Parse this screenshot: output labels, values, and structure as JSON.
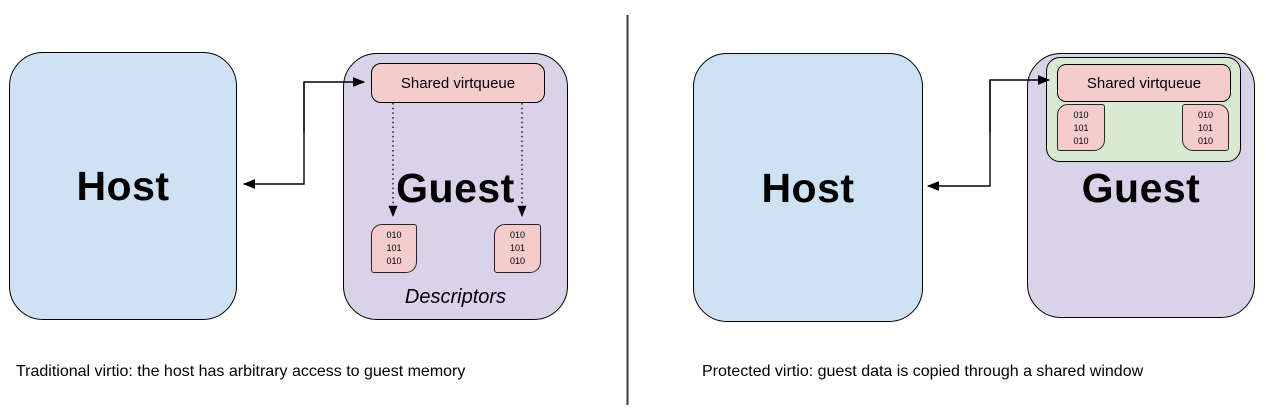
{
  "colors": {
    "host_fill": "#cfe2f3",
    "guest_fill": "#d9d2e9",
    "window_fill": "#d9ead3",
    "queue_fill": "#f4cccc",
    "cell_fill": "#f4cccc",
    "outline": "#000000"
  },
  "panels": [
    {
      "host_label": "Host",
      "guest_label": "Guest",
      "virtqueue_label": "Shared virtqueue",
      "descriptors_label": "Descriptors",
      "cells": [
        "010\n101\n010",
        "010\n101\n010"
      ],
      "caption": "Traditional virtio: the host has arbitrary access to guest memory"
    },
    {
      "host_label": "Host",
      "guest_label": "Guest",
      "virtqueue_label": "Shared virtqueue",
      "cells": [
        "010\n101\n010",
        "010\n101\n010"
      ],
      "caption": "Protected virtio: guest data is copied through a shared window"
    }
  ]
}
